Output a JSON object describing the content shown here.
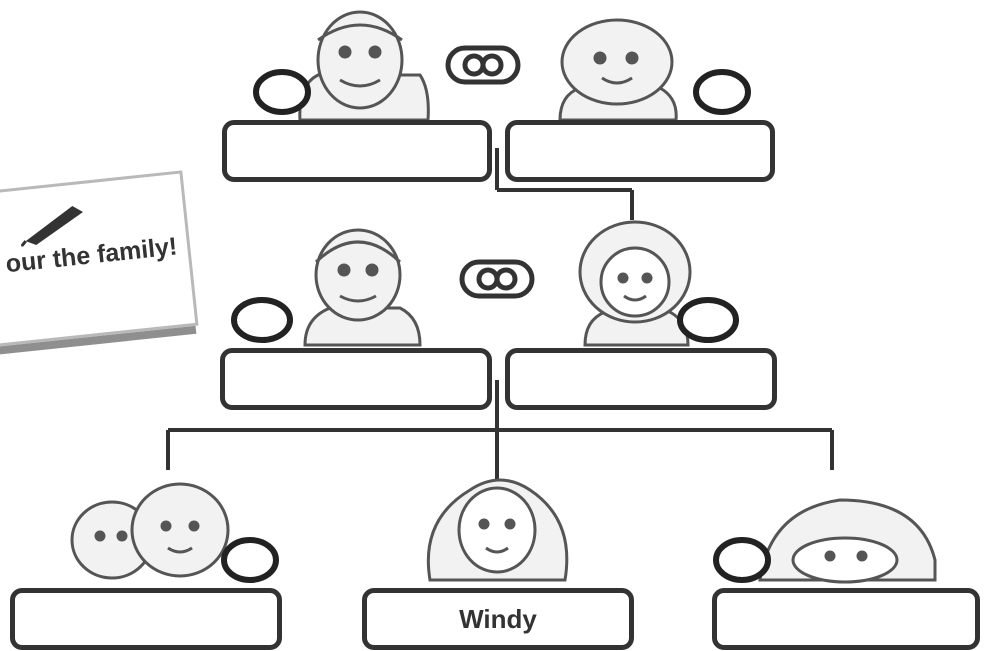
{
  "card": {
    "text": "our the family!"
  },
  "people": [
    {
      "id": "grandfather",
      "name": ""
    },
    {
      "id": "grandmother",
      "name": ""
    },
    {
      "id": "father",
      "name": ""
    },
    {
      "id": "mother",
      "name": ""
    },
    {
      "id": "child-left",
      "name": ""
    },
    {
      "id": "child-center",
      "name": "Windy"
    },
    {
      "id": "child-right",
      "name": ""
    }
  ],
  "colors": {
    "line": "#333333",
    "face": "#f2f2f2",
    "badge_fill": "#ffffff"
  }
}
